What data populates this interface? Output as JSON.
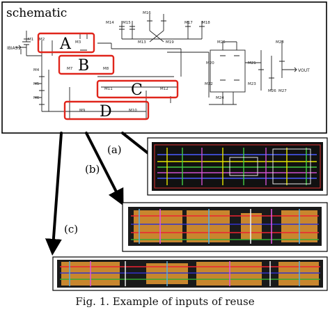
{
  "schematic": {
    "title": "schematic",
    "blocks": [
      {
        "label": "A"
      },
      {
        "label": "B"
      },
      {
        "label": "C"
      },
      {
        "label": "D"
      }
    ],
    "transistor_labels": [
      "M1",
      "M2",
      "M3",
      "M4",
      "M5",
      "M6",
      "M7",
      "M8",
      "M9",
      "M10",
      "M11",
      "M12",
      "M13",
      "M14",
      "M15",
      "M16",
      "M17",
      "M18",
      "M19",
      "M20",
      "M21",
      "M22",
      "M23",
      "M24",
      "M25",
      "M26",
      "M27",
      "M28"
    ],
    "pin_labels": [
      "IBIAS",
      "VOUT"
    ]
  },
  "layouts": [
    {
      "label": "(a)"
    },
    {
      "label": "(b)"
    },
    {
      "label": "(c)"
    }
  ],
  "caption": "Fig. 1.  Example of inputs of reuse",
  "colors": {
    "highlight": "#e0251b",
    "layout_bg_a": "#111111",
    "layout_bg": "#1a1a1a",
    "arrow": "#000000"
  }
}
